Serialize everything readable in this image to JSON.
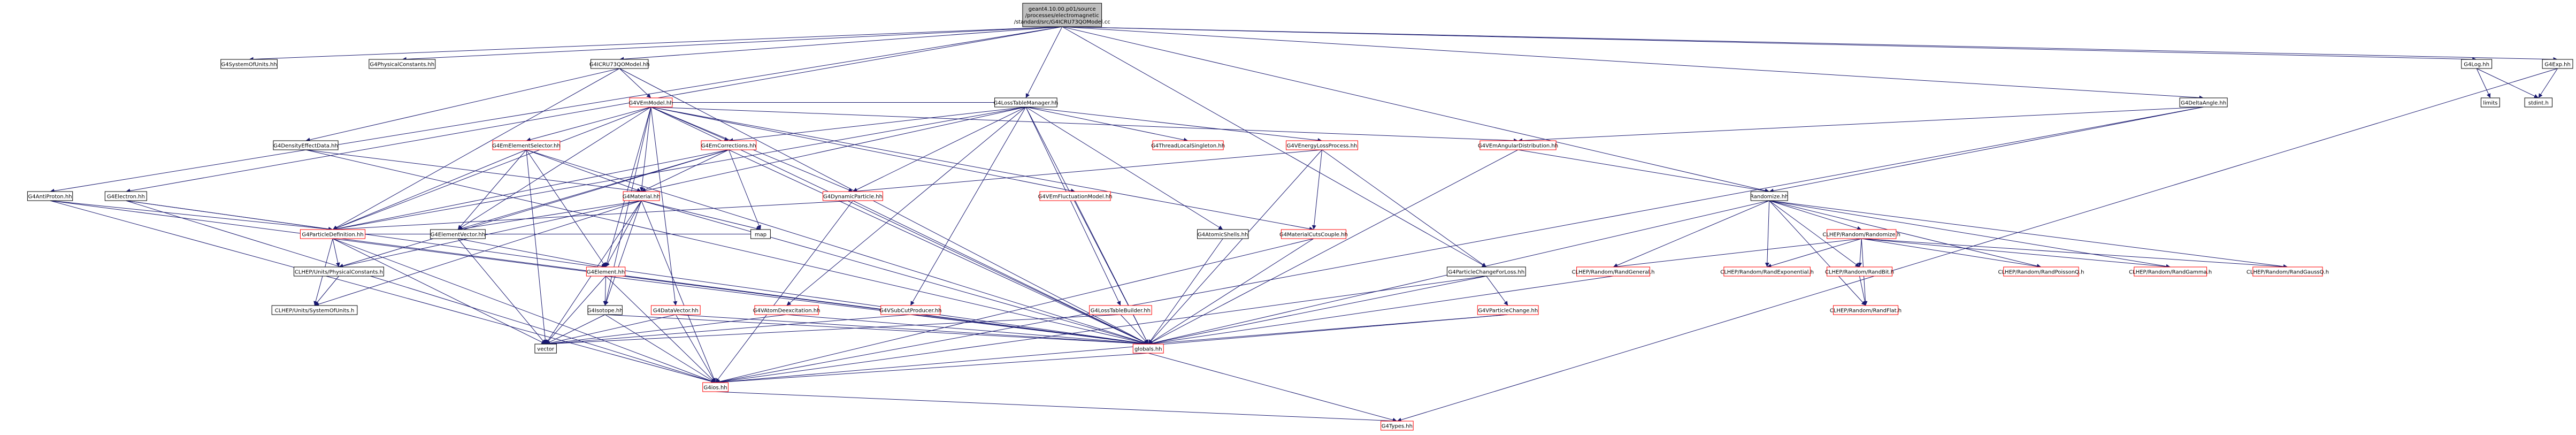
{
  "graph": {
    "nodes": [
      {
        "id": "root",
        "lines": [
          "geant4.10.00.p01/source",
          "/processes/electromagnetic",
          "/standard/src/G4ICRU73QOModel.cc"
        ],
        "style": "root"
      },
      {
        "id": "units",
        "lines": [
          "G4SystemOfUnits.hh"
        ],
        "style": "black"
      },
      {
        "id": "physconst",
        "lines": [
          "G4PhysicalConstants.hh"
        ],
        "style": "black"
      },
      {
        "id": "icru",
        "lines": [
          "G4ICRU73QOModel.hh"
        ],
        "style": "black"
      },
      {
        "id": "g4log",
        "lines": [
          "G4Log.hh"
        ],
        "style": "black"
      },
      {
        "id": "g4exp",
        "lines": [
          "G4Exp.hh"
        ],
        "style": "black"
      },
      {
        "id": "loss",
        "lines": [
          "G4LossTableManager.hh"
        ],
        "style": "black"
      },
      {
        "id": "vem",
        "lines": [
          "G4VEmModel.hh"
        ],
        "style": "red"
      },
      {
        "id": "delta",
        "lines": [
          "G4DeltaAngle.hh"
        ],
        "style": "black"
      },
      {
        "id": "limits",
        "lines": [
          "limits"
        ],
        "style": "black"
      },
      {
        "id": "stdint",
        "lines": [
          "stdint.h"
        ],
        "style": "black"
      },
      {
        "id": "density",
        "lines": [
          "G4DensityEffectData.hh"
        ],
        "style": "black"
      },
      {
        "id": "emelsel",
        "lines": [
          "G4EmElementSelector.hh"
        ],
        "style": "red"
      },
      {
        "id": "emcorr",
        "lines": [
          "G4EmCorrections.hh"
        ],
        "style": "red"
      },
      {
        "id": "threadls",
        "lines": [
          "G4ThreadLocalSingleton.hh"
        ],
        "style": "red"
      },
      {
        "id": "venloss",
        "lines": [
          "G4VEnergyLossProcess.hh"
        ],
        "style": "red"
      },
      {
        "id": "vemang",
        "lines": [
          "G4VEmAngularDistribution.hh"
        ],
        "style": "red"
      },
      {
        "id": "antiproton",
        "lines": [
          "G4AntiProton.hh"
        ],
        "style": "black"
      },
      {
        "id": "electron",
        "lines": [
          "G4Electron.hh"
        ],
        "style": "black"
      },
      {
        "id": "material",
        "lines": [
          "G4Material.hh"
        ],
        "style": "red"
      },
      {
        "id": "dynpart",
        "lines": [
          "G4DynamicParticle.hh"
        ],
        "style": "red"
      },
      {
        "id": "vemfluct",
        "lines": [
          "G4VEmFluctuationModel.hh"
        ],
        "style": "red"
      },
      {
        "id": "randomize",
        "lines": [
          "Randomize.hh"
        ],
        "style": "black"
      },
      {
        "id": "partdef",
        "lines": [
          "G4ParticleDefinition.hh"
        ],
        "style": "red"
      },
      {
        "id": "elvec",
        "lines": [
          "G4ElementVector.hh"
        ],
        "style": "black"
      },
      {
        "id": "map",
        "lines": [
          "map"
        ],
        "style": "black"
      },
      {
        "id": "atomic",
        "lines": [
          "G4AtomicShells.hh"
        ],
        "style": "black"
      },
      {
        "id": "matcuts",
        "lines": [
          "G4MaterialCutsCouple.hh"
        ],
        "style": "red"
      },
      {
        "id": "clrandomize",
        "lines": [
          "CLHEP/Random/Randomize.h"
        ],
        "style": "red"
      },
      {
        "id": "clphys",
        "lines": [
          "CLHEP/Units/PhysicalConstants.h"
        ],
        "style": "black"
      },
      {
        "id": "element",
        "lines": [
          "G4Element.hh"
        ],
        "style": "red"
      },
      {
        "id": "pcfl",
        "lines": [
          "G4ParticleChangeForLoss.hh"
        ],
        "style": "black"
      },
      {
        "id": "randgen",
        "lines": [
          "CLHEP/Random/RandGeneral.h"
        ],
        "style": "red"
      },
      {
        "id": "randexp",
        "lines": [
          "CLHEP/Random/RandExponential.h"
        ],
        "style": "red"
      },
      {
        "id": "randbit",
        "lines": [
          "CLHEP/Random/RandBit.h"
        ],
        "style": "red"
      },
      {
        "id": "randpois",
        "lines": [
          "CLHEP/Random/RandPoissonQ.h"
        ],
        "style": "red"
      },
      {
        "id": "randgamma",
        "lines": [
          "CLHEP/Random/RandGamma.h"
        ],
        "style": "red"
      },
      {
        "id": "randgauss",
        "lines": [
          "CLHEP/Random/RandGaussQ.h"
        ],
        "style": "red"
      },
      {
        "id": "clunits",
        "lines": [
          "CLHEP/Units/SystemOfUnits.h"
        ],
        "style": "black"
      },
      {
        "id": "isotope",
        "lines": [
          "G4Isotope.hh"
        ],
        "style": "black"
      },
      {
        "id": "datavec",
        "lines": [
          "G4DataVector.hh"
        ],
        "style": "red"
      },
      {
        "id": "atomdeex",
        "lines": [
          "G4VAtomDeexcitation.hh"
        ],
        "style": "red"
      },
      {
        "id": "vsubcut",
        "lines": [
          "G4VSubCutProducer.hh"
        ],
        "style": "red"
      },
      {
        "id": "losstb",
        "lines": [
          "G4LossTableBuilder.hh"
        ],
        "style": "red"
      },
      {
        "id": "vpc",
        "lines": [
          "G4VParticleChange.hh"
        ],
        "style": "red"
      },
      {
        "id": "randflat",
        "lines": [
          "CLHEP/Random/RandFlat.h"
        ],
        "style": "red"
      },
      {
        "id": "vector",
        "lines": [
          "vector"
        ],
        "style": "black"
      },
      {
        "id": "globals",
        "lines": [
          "globals.hh"
        ],
        "style": "red"
      },
      {
        "id": "g4ios",
        "lines": [
          "G4ios.hh"
        ],
        "style": "red"
      },
      {
        "id": "g4types",
        "lines": [
          "G4Types.hh"
        ],
        "style": "red"
      }
    ],
    "edges": [
      [
        "root",
        "units"
      ],
      [
        "root",
        "physconst"
      ],
      [
        "root",
        "icru"
      ],
      [
        "root",
        "loss"
      ],
      [
        "root",
        "g4log"
      ],
      [
        "root",
        "g4exp"
      ],
      [
        "root",
        "delta"
      ],
      [
        "root",
        "randomize"
      ],
      [
        "root",
        "electron"
      ],
      [
        "root",
        "antiproton"
      ],
      [
        "root",
        "pcfl"
      ],
      [
        "icru",
        "vem"
      ],
      [
        "icru",
        "density"
      ],
      [
        "icru",
        "partdef"
      ],
      [
        "icru",
        "globals"
      ],
      [
        "g4log",
        "limits"
      ],
      [
        "g4log",
        "stdint"
      ],
      [
        "g4exp",
        "stdint"
      ],
      [
        "g4exp",
        "g4types"
      ],
      [
        "loss",
        "threadls"
      ],
      [
        "loss",
        "venloss"
      ],
      [
        "loss",
        "emcorr"
      ],
      [
        "loss",
        "atomic"
      ],
      [
        "loss",
        "vem"
      ],
      [
        "loss",
        "globals"
      ],
      [
        "loss",
        "losstb"
      ],
      [
        "loss",
        "vsubcut"
      ],
      [
        "loss",
        "atomdeex"
      ],
      [
        "loss",
        "material"
      ],
      [
        "loss",
        "dynpart"
      ],
      [
        "loss",
        "partdef"
      ],
      [
        "vem",
        "emelsel"
      ],
      [
        "vem",
        "emcorr"
      ],
      [
        "vem",
        "material"
      ],
      [
        "vem",
        "dynpart"
      ],
      [
        "vem",
        "vemfluct"
      ],
      [
        "vem",
        "vemang"
      ],
      [
        "vem",
        "elvec"
      ],
      [
        "vem",
        "partdef"
      ],
      [
        "vem",
        "datavec"
      ],
      [
        "vem",
        "isotope"
      ],
      [
        "vem",
        "globals"
      ],
      [
        "vem",
        "matcuts"
      ],
      [
        "vem",
        "element"
      ],
      [
        "delta",
        "vemang"
      ],
      [
        "delta",
        "randomize"
      ],
      [
        "delta",
        "g4ios"
      ],
      [
        "density",
        "material"
      ],
      [
        "density",
        "globals"
      ],
      [
        "emelsel",
        "material"
      ],
      [
        "emelsel",
        "elvec"
      ],
      [
        "emelsel",
        "partdef"
      ],
      [
        "emelsel",
        "element"
      ],
      [
        "emelsel",
        "globals"
      ],
      [
        "emelsel",
        "vector"
      ],
      [
        "emcorr",
        "material"
      ],
      [
        "emcorr",
        "partdef"
      ],
      [
        "emcorr",
        "elvec"
      ],
      [
        "emcorr",
        "map"
      ],
      [
        "emcorr",
        "globals"
      ],
      [
        "emcorr",
        "clphys"
      ],
      [
        "venloss",
        "matcuts"
      ],
      [
        "venloss",
        "pcfl"
      ],
      [
        "venloss",
        "dynpart"
      ],
      [
        "venloss",
        "globals"
      ],
      [
        "vemang",
        "randomize"
      ],
      [
        "vemang",
        "globals"
      ],
      [
        "antiproton",
        "partdef"
      ],
      [
        "antiproton",
        "globals"
      ],
      [
        "antiproton",
        "g4ios"
      ],
      [
        "electron",
        "partdef"
      ],
      [
        "electron",
        "globals"
      ],
      [
        "electron",
        "g4ios"
      ],
      [
        "material",
        "element"
      ],
      [
        "material",
        "elvec"
      ],
      [
        "material",
        "map"
      ],
      [
        "material",
        "clphys"
      ],
      [
        "material",
        "clunits"
      ],
      [
        "material",
        "vector"
      ],
      [
        "material",
        "g4ios"
      ],
      [
        "material",
        "globals"
      ],
      [
        "material",
        "isotope"
      ],
      [
        "dynpart",
        "partdef"
      ],
      [
        "dynpart",
        "globals"
      ],
      [
        "dynpart",
        "g4ios"
      ],
      [
        "vemfluct",
        "globals"
      ],
      [
        "randomize",
        "clrandomize"
      ],
      [
        "randomize",
        "randgen"
      ],
      [
        "randomize",
        "randexp"
      ],
      [
        "randomize",
        "randbit"
      ],
      [
        "randomize",
        "randpois"
      ],
      [
        "randomize",
        "randgamma"
      ],
      [
        "randomize",
        "randgauss"
      ],
      [
        "randomize",
        "randflat"
      ],
      [
        "randomize",
        "globals"
      ],
      [
        "partdef",
        "clphys"
      ],
      [
        "partdef",
        "clunits"
      ],
      [
        "partdef",
        "globals"
      ],
      [
        "partdef",
        "g4ios"
      ],
      [
        "partdef",
        "vector"
      ],
      [
        "partdef",
        "map"
      ],
      [
        "elvec",
        "element"
      ],
      [
        "elvec",
        "vector"
      ],
      [
        "atomic",
        "globals"
      ],
      [
        "matcuts",
        "globals"
      ],
      [
        "matcuts",
        "g4ios"
      ],
      [
        "clrandomize",
        "randgen"
      ],
      [
        "clrandomize",
        "randexp"
      ],
      [
        "clrandomize",
        "randbit"
      ],
      [
        "clrandomize",
        "randpois"
      ],
      [
        "clrandomize",
        "randgamma"
      ],
      [
        "clrandomize",
        "randgauss"
      ],
      [
        "clrandomize",
        "randflat"
      ],
      [
        "clphys",
        "clunits"
      ],
      [
        "element",
        "isotope"
      ],
      [
        "element",
        "globals"
      ],
      [
        "element",
        "g4ios"
      ],
      [
        "element",
        "vector"
      ],
      [
        "pcfl",
        "vpc"
      ],
      [
        "pcfl",
        "globals"
      ],
      [
        "pcfl",
        "g4ios"
      ],
      [
        "randgen",
        "globals"
      ],
      [
        "randbit",
        "randflat"
      ],
      [
        "isotope",
        "globals"
      ],
      [
        "isotope",
        "g4ios"
      ],
      [
        "isotope",
        "vector"
      ],
      [
        "datavec",
        "vector"
      ],
      [
        "datavec",
        "globals"
      ],
      [
        "datavec",
        "g4ios"
      ],
      [
        "atomdeex",
        "vector"
      ],
      [
        "atomdeex",
        "globals"
      ],
      [
        "vsubcut",
        "vector"
      ],
      [
        "vsubcut",
        "globals"
      ],
      [
        "losstb",
        "vector"
      ],
      [
        "losstb",
        "globals"
      ],
      [
        "vpc",
        "globals"
      ],
      [
        "vpc",
        "g4ios"
      ],
      [
        "globals",
        "g4ios"
      ],
      [
        "globals",
        "g4types"
      ],
      [
        "g4ios",
        "g4types"
      ]
    ]
  }
}
